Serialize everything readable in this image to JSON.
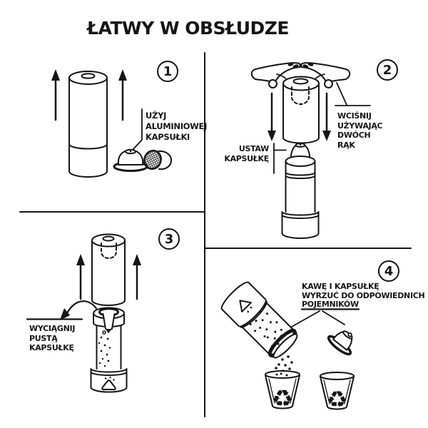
{
  "title": "ŁATWY W OBSŁUDZE",
  "steps": {
    "step1": {
      "number": "1",
      "label": "UŻYJ\nALUMINIOWEJ\nKAPSUŁKI"
    },
    "step2": {
      "number": "2",
      "label_press": "WCIŚNIJ\nUŻYWAJĄC\nDWÓCH\nRĄK",
      "label_set": "USTAW\nKAPSUŁKĘ"
    },
    "step3": {
      "number": "3",
      "label": "WYCIĄGNIJ\nPUSTĄ\nKAPSUŁKĘ"
    },
    "step4": {
      "number": "4",
      "label": "KAWĘ I KAPSUŁKĘ\nWYRZUĆ DO ODPOWIEDNICH\nPOJEMNIKÓW"
    }
  },
  "icons": {
    "recycle": "♻"
  },
  "colors": {
    "ink": "#151515",
    "background": "#ffffff"
  }
}
